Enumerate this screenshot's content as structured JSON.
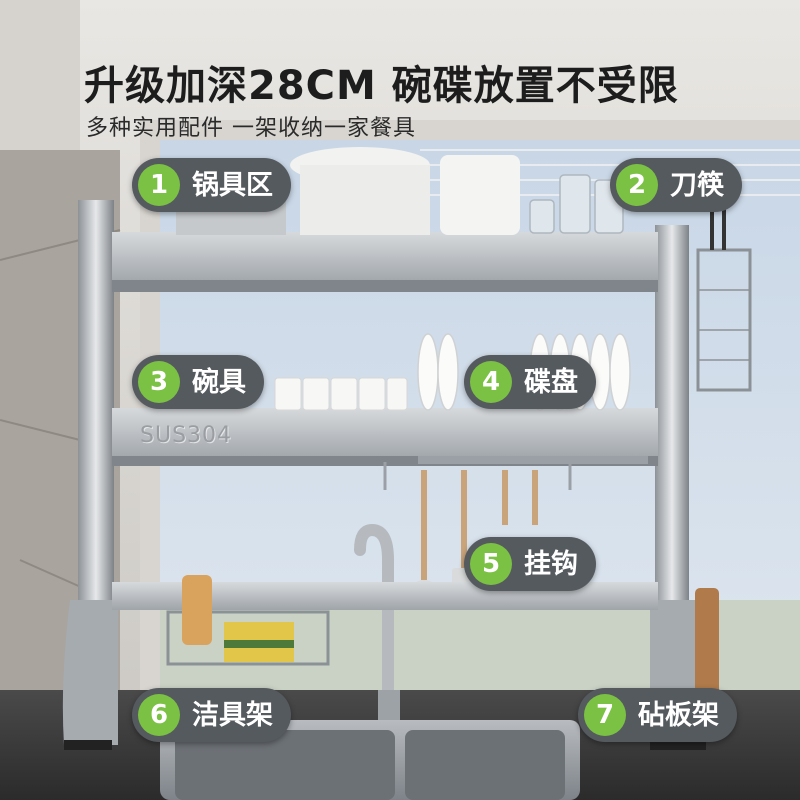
{
  "headline": "升级加深28CM 碗碟放置不受限",
  "subline": "多种实用配件 一架收纳一家餐具",
  "engraving": "SUS304",
  "accent_color": "#7bc143",
  "badge_color": "#555a5e",
  "badges": [
    {
      "number": "1",
      "label": "锅具区"
    },
    {
      "number": "2",
      "label": "刀筷"
    },
    {
      "number": "3",
      "label": "碗具"
    },
    {
      "number": "4",
      "label": "碟盘"
    },
    {
      "number": "5",
      "label": "挂钩"
    },
    {
      "number": "6",
      "label": "洁具架"
    },
    {
      "number": "7",
      "label": "砧板架"
    }
  ]
}
